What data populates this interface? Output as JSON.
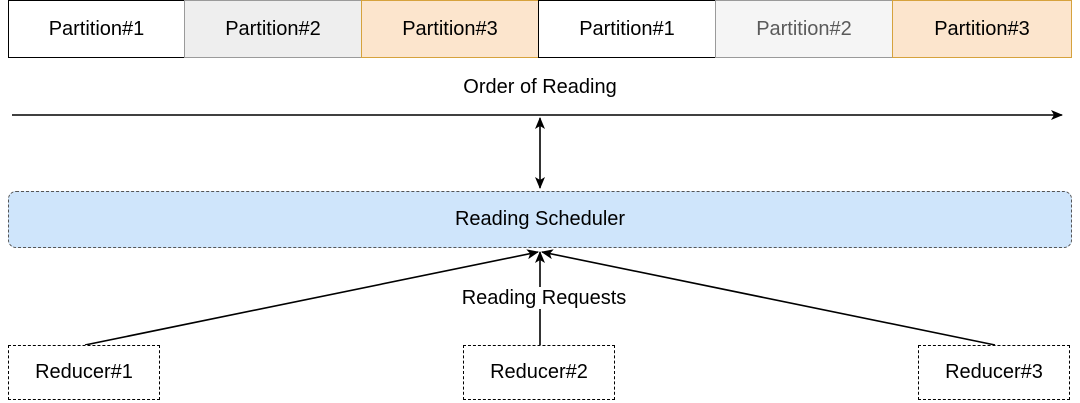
{
  "partitions": [
    {
      "label": "Partition#1"
    },
    {
      "label": "Partition#2"
    },
    {
      "label": "Partition#3"
    },
    {
      "label": "Partition#1"
    },
    {
      "label": "Partition#2"
    },
    {
      "label": "Partition#3"
    }
  ],
  "order_label": "Order of Reading",
  "scheduler_label": "Reading Scheduler",
  "requests_label": "Reading Requests",
  "reducers": [
    {
      "label": "Reducer#1"
    },
    {
      "label": "Reducer#2"
    },
    {
      "label": "Reducer#3"
    }
  ],
  "colors": {
    "partition_1": "#ffffff",
    "partition_2": "#eeeeee",
    "partition_3": "#fce5cd",
    "scheduler": "#cfe5fb"
  }
}
